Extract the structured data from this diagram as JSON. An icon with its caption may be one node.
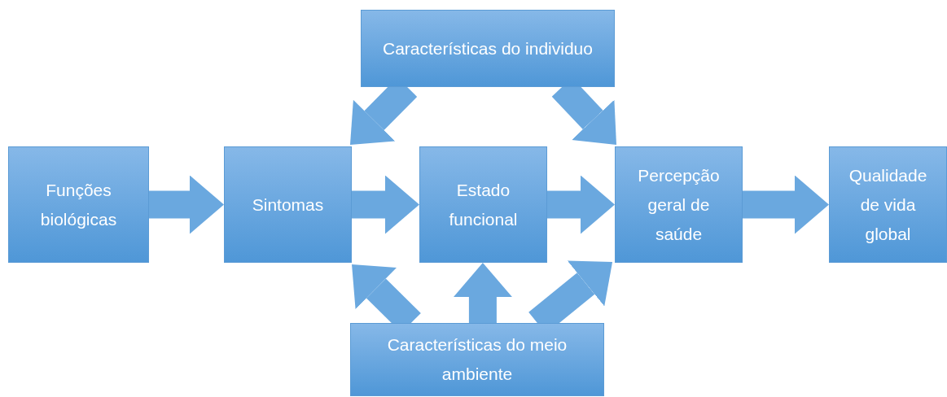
{
  "diagram": {
    "nodes": [
      {
        "text": [
          "Características do individuo"
        ]
      },
      {
        "text": [
          "Funções biológicas"
        ]
      },
      {
        "text": [
          "Sintomas"
        ]
      },
      {
        "text": [
          "Estado funcional"
        ]
      },
      {
        "text": [
          "Percepção geral de saúde"
        ]
      },
      {
        "text": [
          "Qualidade de vida global"
        ]
      },
      {
        "text": [
          "Características do meio ambiente"
        ]
      }
    ],
    "edges": [
      {
        "from": 1,
        "to": 2,
        "arrow": "to"
      },
      {
        "from": 2,
        "to": 3,
        "arrow": "to"
      },
      {
        "from": 3,
        "to": 4,
        "arrow": "to"
      },
      {
        "from": 4,
        "to": 5,
        "arrow": "to"
      },
      {
        "from": 0,
        "to": 2,
        "arrow": "to"
      },
      {
        "from": 0,
        "to": 4,
        "arrow": "to"
      },
      {
        "from": 6,
        "to": 2,
        "arrow": "to"
      },
      {
        "from": 6,
        "to": 3,
        "arrow": "to"
      },
      {
        "from": 6,
        "to": 4,
        "arrow": "to"
      }
    ]
  }
}
